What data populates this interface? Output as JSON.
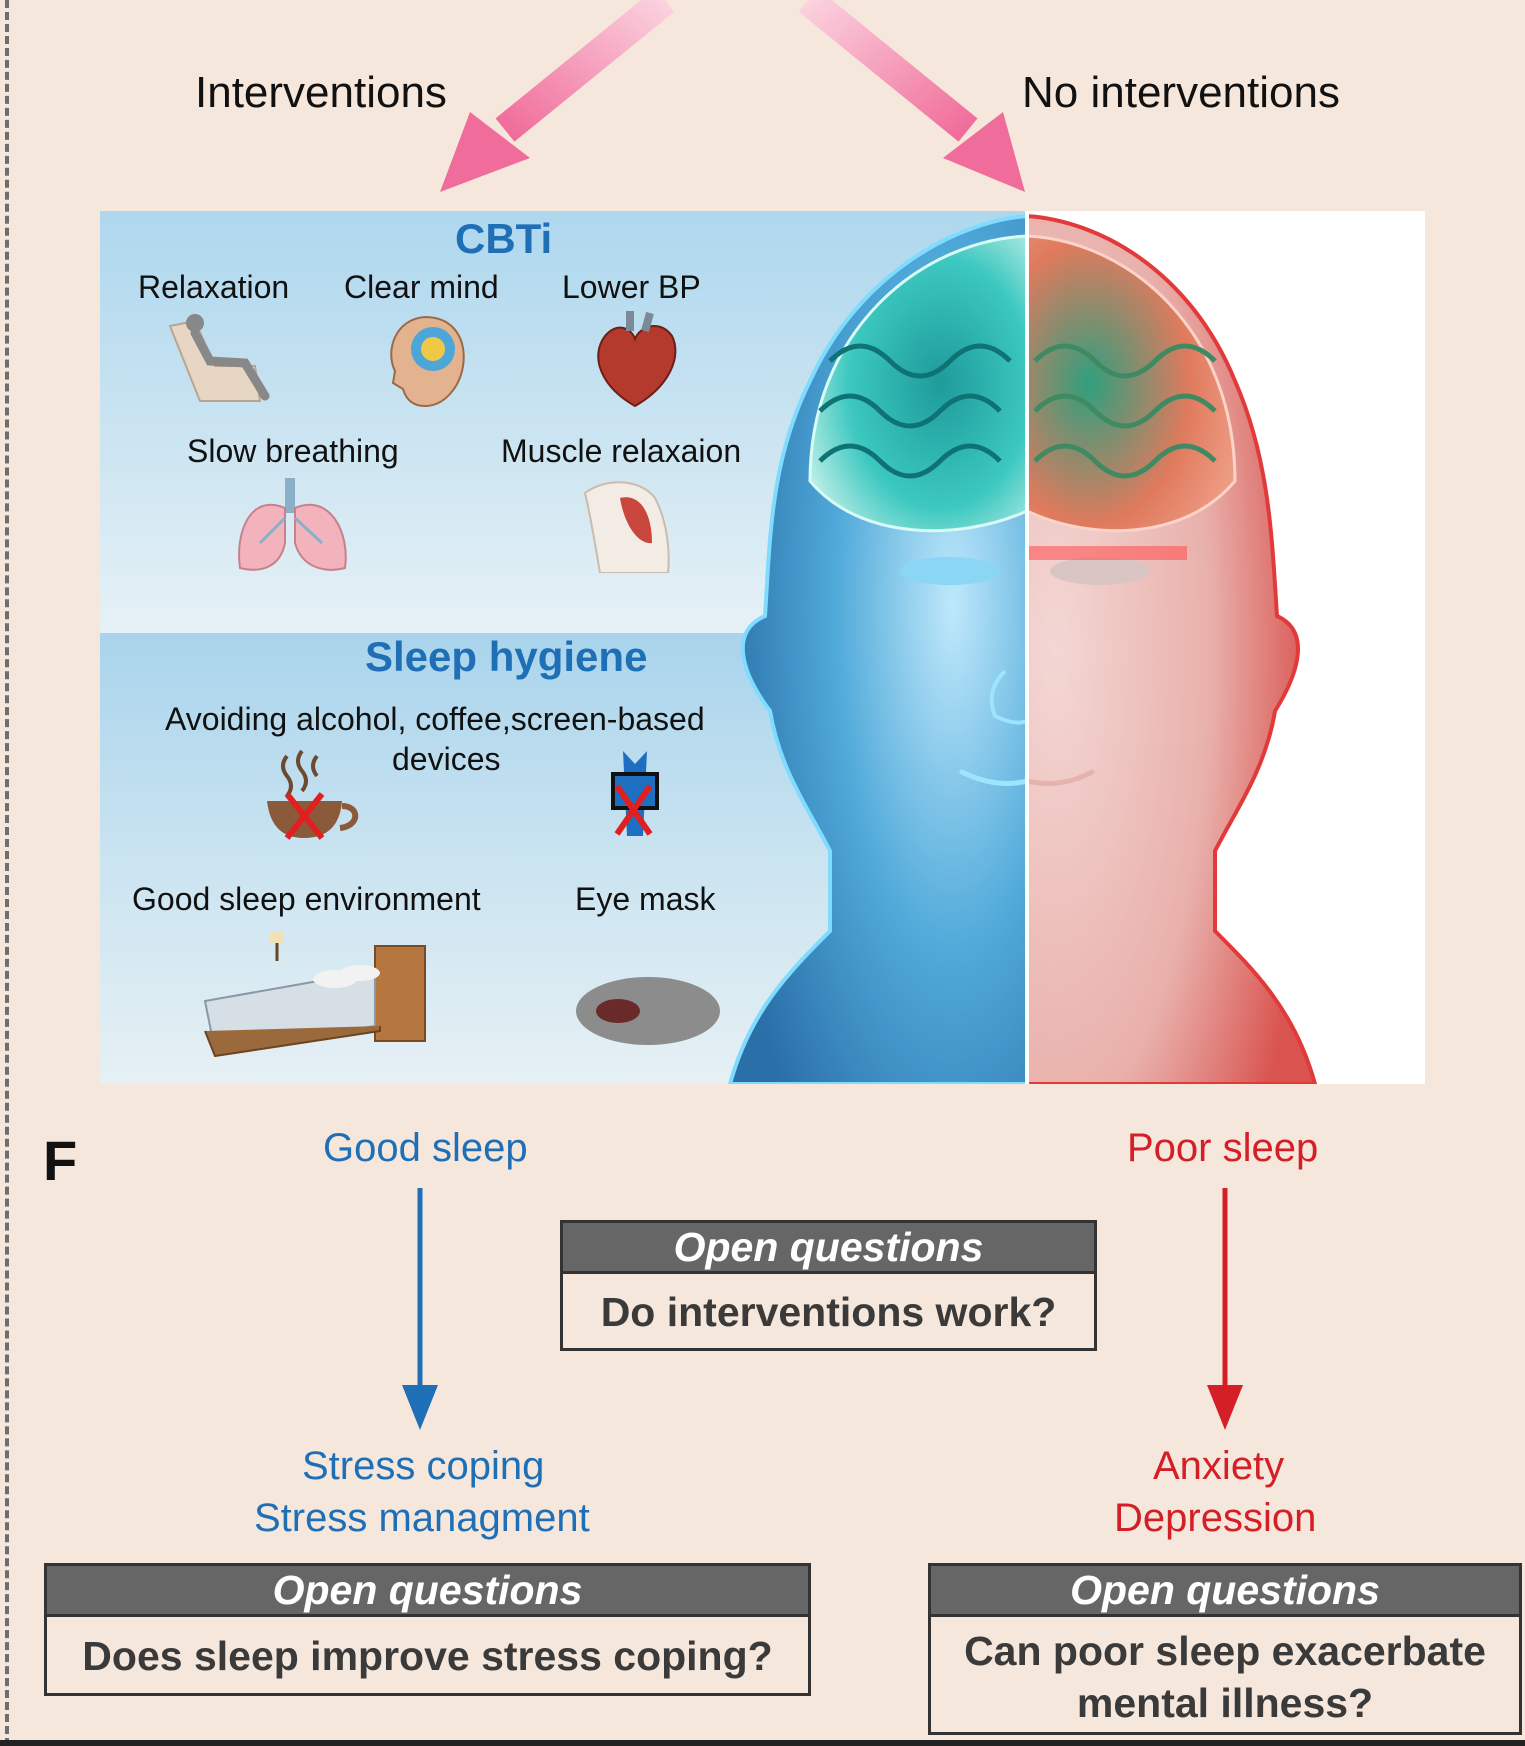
{
  "branches": {
    "left": "Interventions",
    "right": "No interventions"
  },
  "cbti": {
    "title": "CBTi",
    "items": [
      "Relaxation",
      "Clear mind",
      "Lower BP",
      "Slow breathing",
      "Muscle relaxaion"
    ]
  },
  "sleep_hygiene": {
    "title": "Sleep hygiene",
    "avoid_line1": "Avoiding alcohol, coffee,screen-based",
    "avoid_line2": "devices",
    "environment": "Good sleep environment",
    "eye_mask": "Eye mask"
  },
  "panel_letter": "F",
  "outcomes": {
    "good_sleep": "Good sleep",
    "poor_sleep": "Poor sleep",
    "good_result_1": "Stress coping",
    "good_result_2": "Stress managment",
    "poor_result_1": "Anxiety",
    "poor_result_2": "Depression"
  },
  "questions": {
    "center": {
      "header": "Open questions",
      "body": "Do interventions work?"
    },
    "left": {
      "header": "Open questions",
      "body": "Does sleep improve stress coping?"
    },
    "right": {
      "header": "Open questions",
      "body_1": "Can poor sleep exacerbate",
      "body_2": "mental illness?"
    }
  },
  "colors": {
    "background": "#f6e7dd",
    "blue": "#1f6fb6",
    "red": "#d41f26",
    "pink_arrow": "#f37fa6",
    "box_header": "#666666"
  }
}
